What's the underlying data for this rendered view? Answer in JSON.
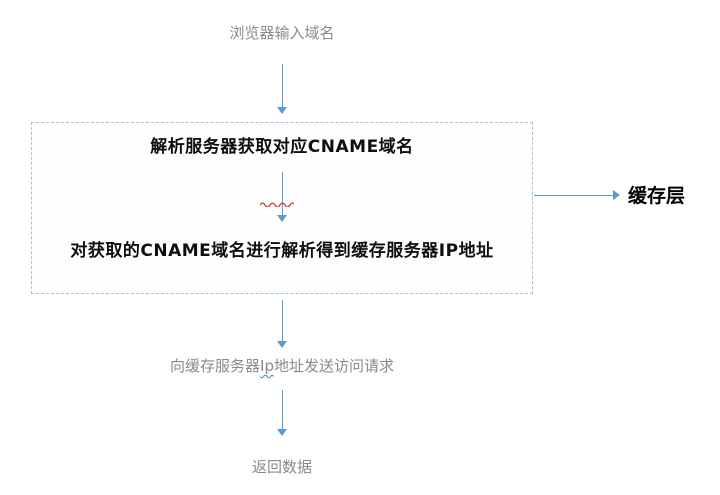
{
  "colors": {
    "arrow": "#5b9bd5",
    "box_border": "#9dc3e6",
    "gray_text": "#8a8a8a",
    "dark_text": "#0f0f0f",
    "squiggle_red": "#e0392f",
    "squiggle_blue": "#4a7fd4"
  },
  "nodes": {
    "start": "浏览器输入域名",
    "step1": "解析服务器获取对应CNAME域名",
    "step2": "对获取的CNAME域名进行解析得到缓存服务器IP地址",
    "cache_layer": "缓存层",
    "request_prefix": "向缓存服务器",
    "request_word": "Ip",
    "request_suffix": "地址发送访问请求",
    "end": "返回数据"
  }
}
